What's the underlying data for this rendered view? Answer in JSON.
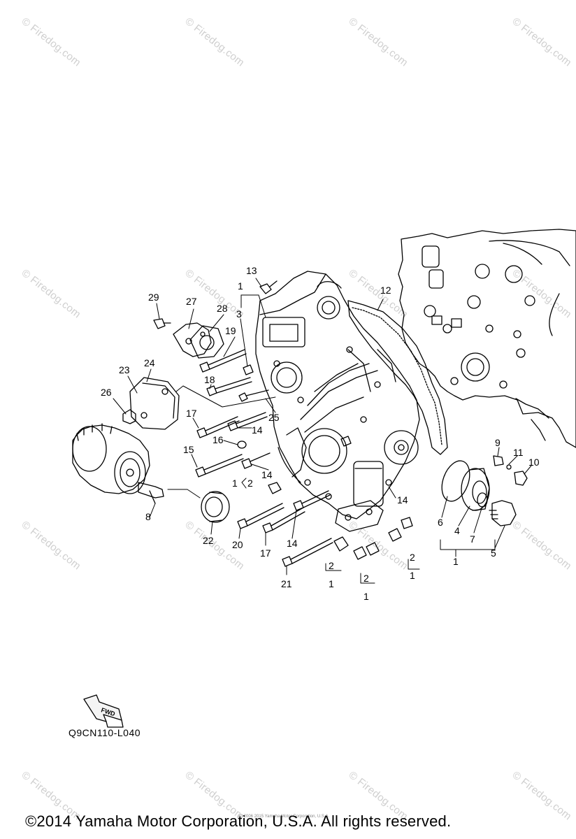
{
  "diagram": {
    "callouts": [
      {
        "id": "c13",
        "label": "13"
      },
      {
        "id": "c1a",
        "label": "1"
      },
      {
        "id": "c12",
        "label": "12"
      },
      {
        "id": "c29",
        "label": "29"
      },
      {
        "id": "c27",
        "label": "27"
      },
      {
        "id": "c28",
        "label": "28"
      },
      {
        "id": "c3",
        "label": "3"
      },
      {
        "id": "c19",
        "label": "19"
      },
      {
        "id": "c23",
        "label": "23"
      },
      {
        "id": "c24",
        "label": "24"
      },
      {
        "id": "c26",
        "label": "26"
      },
      {
        "id": "c18",
        "label": "18"
      },
      {
        "id": "c25",
        "label": "25"
      },
      {
        "id": "c17a",
        "label": "17"
      },
      {
        "id": "c14a",
        "label": "14"
      },
      {
        "id": "c16",
        "label": "16"
      },
      {
        "id": "c15",
        "label": "15"
      },
      {
        "id": "c14b",
        "label": "14"
      },
      {
        "id": "c9",
        "label": "9"
      },
      {
        "id": "c11",
        "label": "11"
      },
      {
        "id": "c10",
        "label": "10"
      },
      {
        "id": "c1b",
        "label": "1"
      },
      {
        "id": "c2a",
        "label": "2"
      },
      {
        "id": "c8",
        "label": "8"
      },
      {
        "id": "c14c",
        "label": "14"
      },
      {
        "id": "c6",
        "label": "6"
      },
      {
        "id": "c4",
        "label": "4"
      },
      {
        "id": "c7",
        "label": "7"
      },
      {
        "id": "c5",
        "label": "5"
      },
      {
        "id": "c1c",
        "label": "1"
      },
      {
        "id": "c22",
        "label": "22"
      },
      {
        "id": "c20",
        "label": "20"
      },
      {
        "id": "c17b",
        "label": "17"
      },
      {
        "id": "c14d",
        "label": "14"
      },
      {
        "id": "c2b",
        "label": "2"
      },
      {
        "id": "c1d",
        "label": "1"
      },
      {
        "id": "c2c",
        "label": "2"
      },
      {
        "id": "c1e",
        "label": "1"
      },
      {
        "id": "c2d",
        "label": "2"
      },
      {
        "id": "c1f",
        "label": "1"
      },
      {
        "id": "c21",
        "label": "21"
      }
    ],
    "fwd_label": "FWD",
    "model_code": "Q9CN110-L040"
  },
  "watermark": {
    "text": "© Firedog.com"
  },
  "footer": {
    "copyright": "©2014 Yamaha Motor Corporation, U.S.A. All rights reserved.",
    "small_print": "(c) 2006 2015 Yamaha Motor Corporation, U.S.A."
  }
}
